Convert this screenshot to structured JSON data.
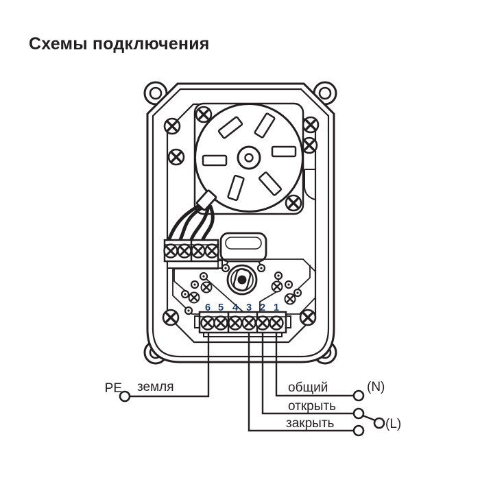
{
  "page": {
    "title": "Схемы подключения"
  },
  "diagram": {
    "terminal_numbers": [
      "6",
      "5",
      "4",
      "3",
      "2",
      "1"
    ],
    "labels": {
      "pe": "PE",
      "ground": "земля",
      "common": "общий",
      "open": "открыть",
      "close": "закрыть",
      "neutral": "(N)",
      "line": "(L)"
    },
    "colors": {
      "ink": "#231f20",
      "terminal_numbers": "#1d3c69",
      "background": "#ffffff"
    }
  }
}
